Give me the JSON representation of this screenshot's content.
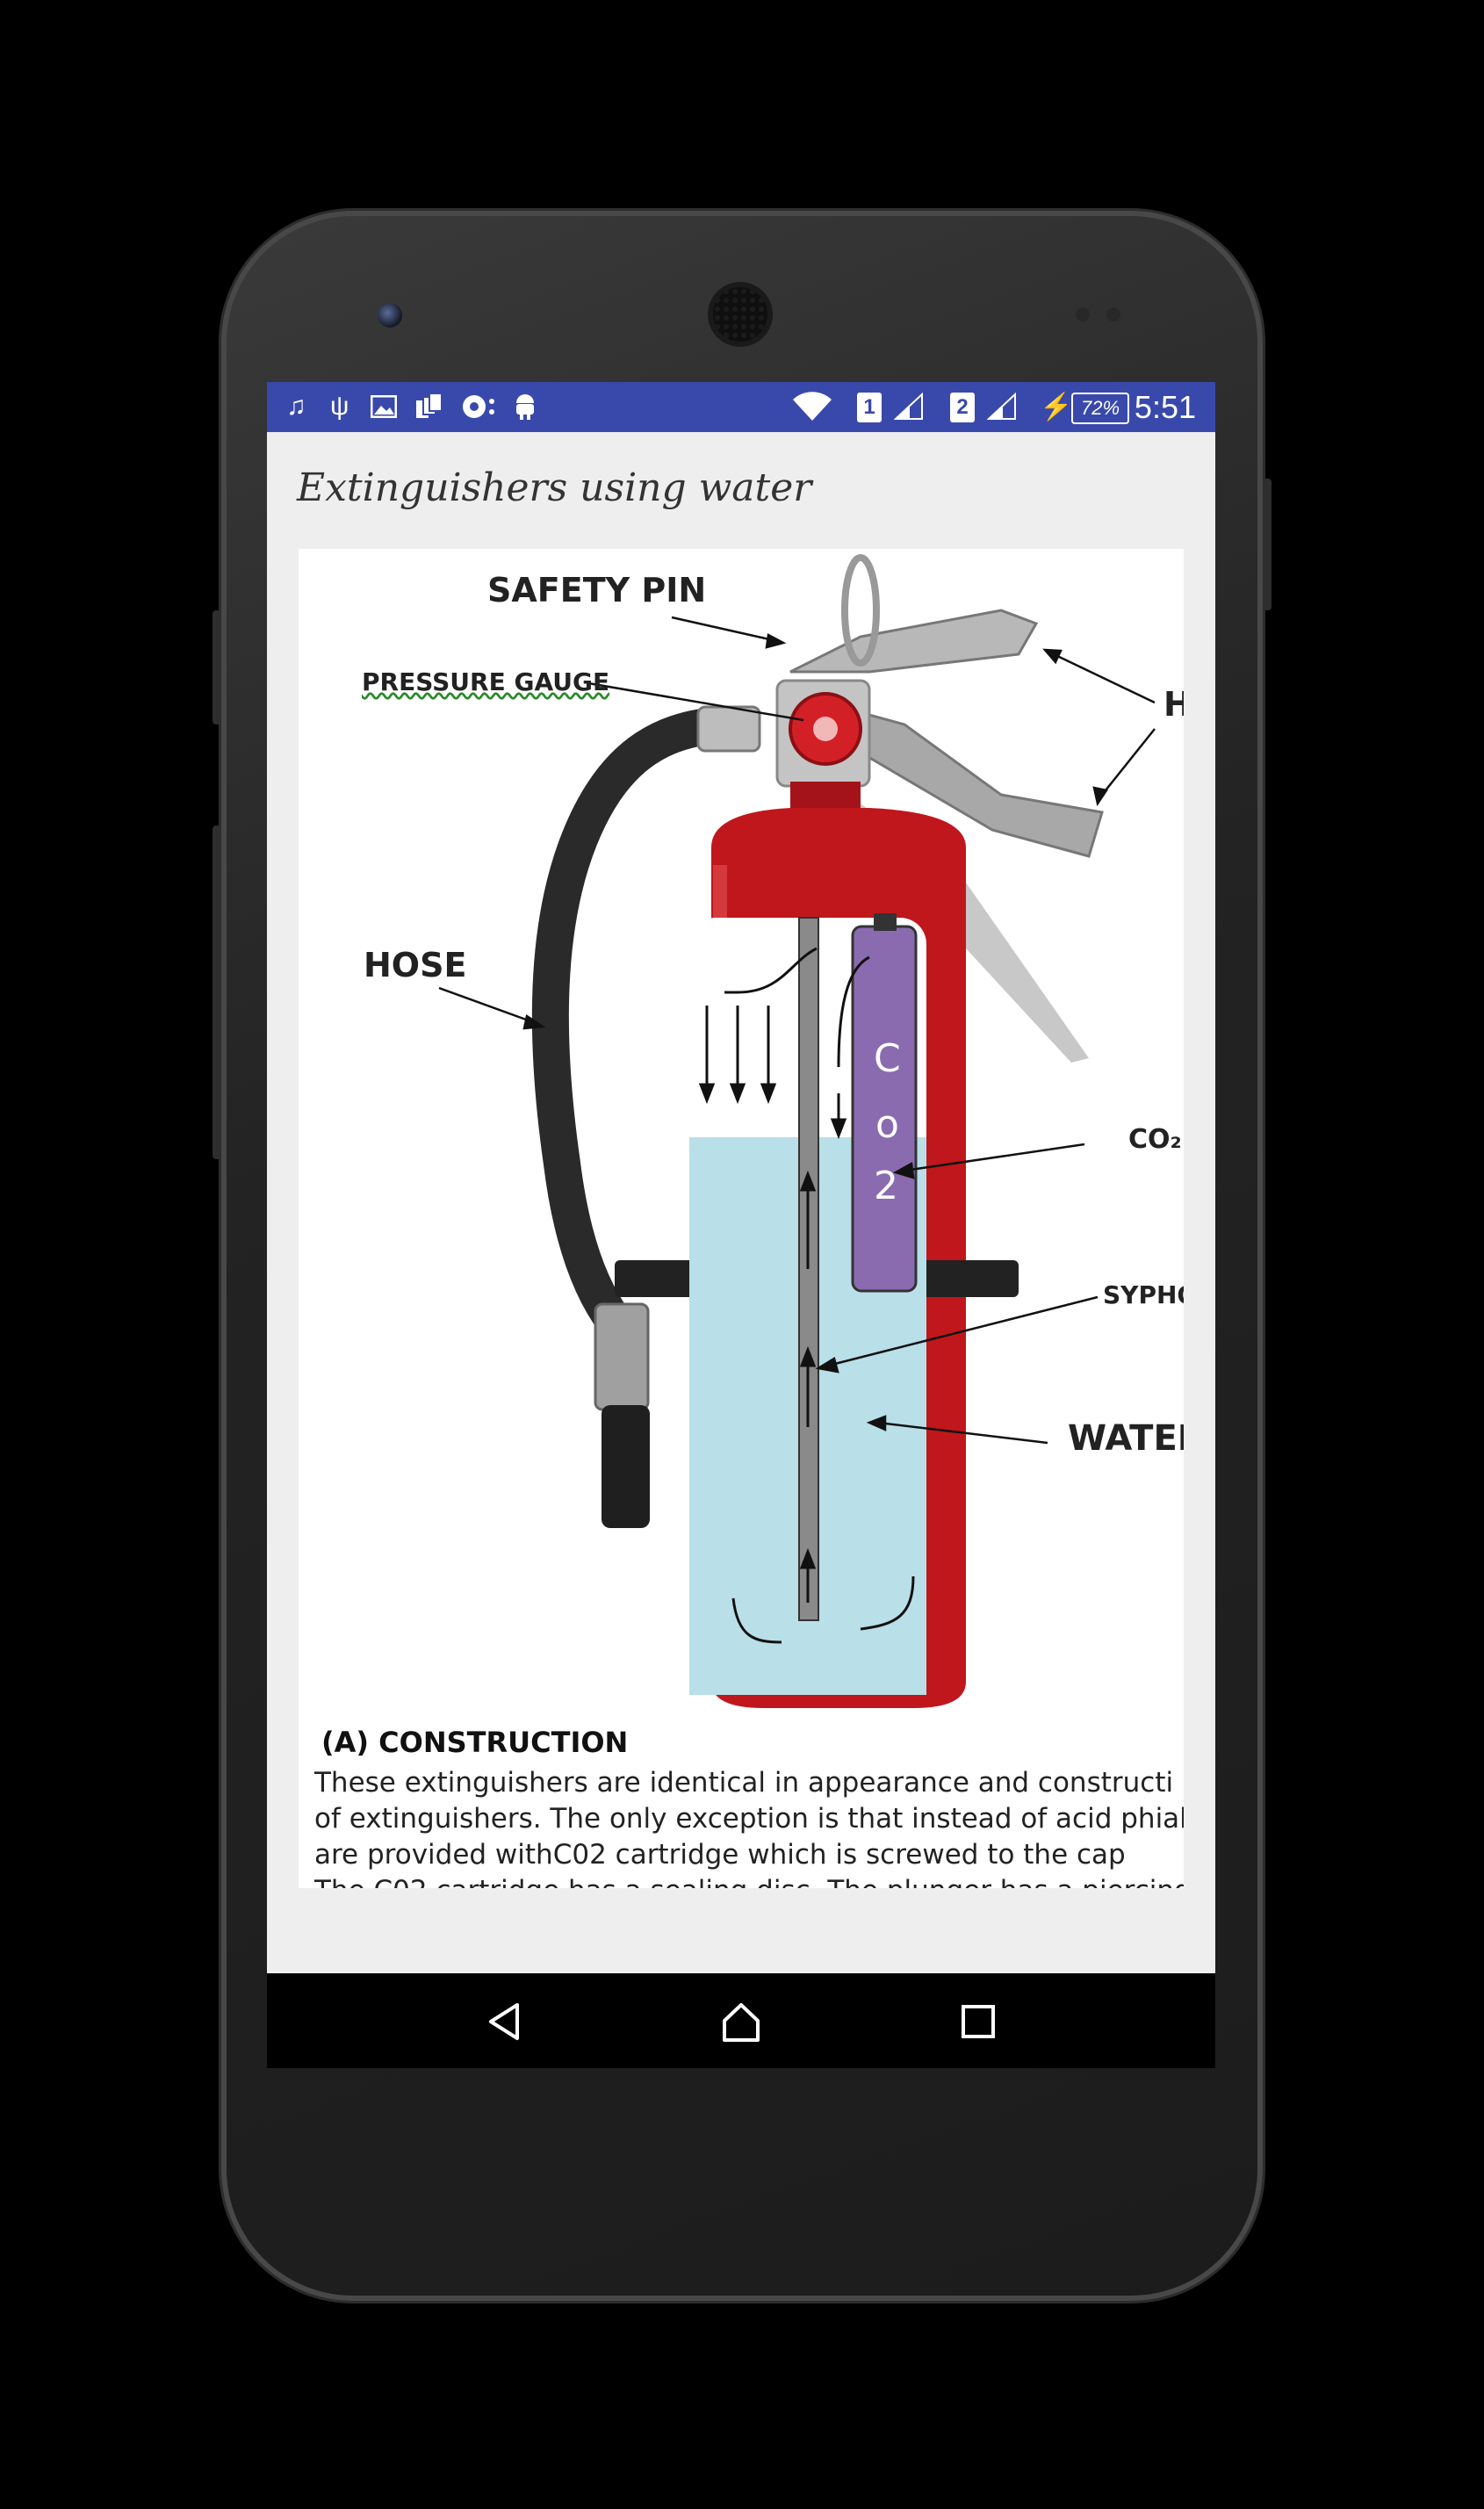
{
  "status_bar": {
    "time": "5:51",
    "battery": "72%",
    "sim1": "1",
    "sim2": "2",
    "left_icons": [
      "music-icon",
      "usb-icon",
      "image-icon",
      "copy-icon",
      "record-icon",
      "android-icon"
    ]
  },
  "page": {
    "title": "Extinguishers using water"
  },
  "figure": {
    "labels": {
      "safety_pin": "SAFETY PIN",
      "pressure_gauge": "PRESSURE GAUGE",
      "hose": "HOSE",
      "handle": "H",
      "co2": "CO₂",
      "syphon": "SYPHO",
      "water": "WATER",
      "cartridge_c": "C",
      "cartridge_o": "o",
      "cartridge_2": "2"
    }
  },
  "article": {
    "section": "(A)  CONSTRUCTION",
    "paragraph": "    These extinguishers are identical in appearance and constructi\nof extinguishers. The only exception is that instead of acid phial\nare provided withC02 cartridge which is screwed to the cap\nThe C02 cartridge has a sealing disc. The plunger has a piercing t\nin such a way that it will puncture the sealing disc of CO  cartridge"
  },
  "colors": {
    "status_bar": "#3949ab",
    "extinguisher_red": "#c0171c",
    "water": "#b9dfe8",
    "cartridge": "#8b6bb0"
  }
}
